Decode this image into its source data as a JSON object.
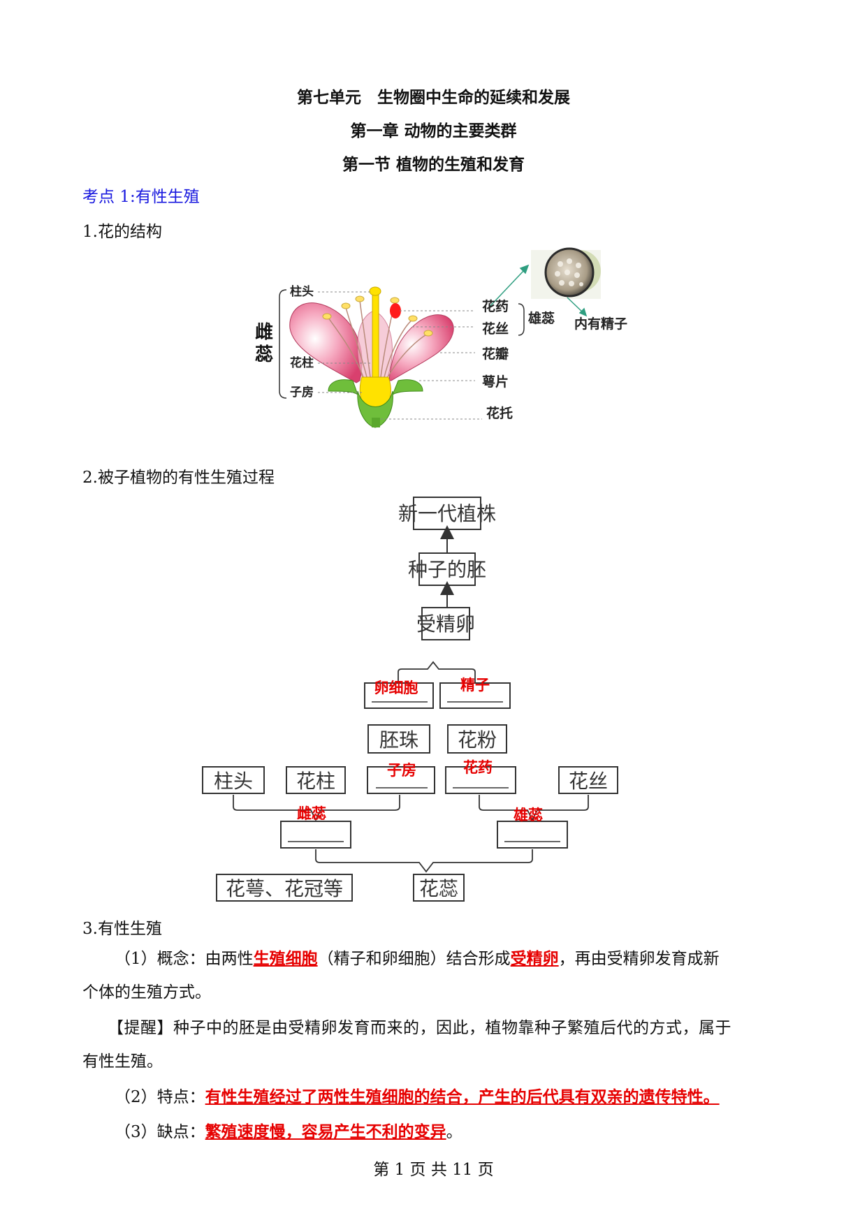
{
  "titles": {
    "unit": "第七单元　生物圈中生命的延续和发展",
    "chapter": "第一章  动物的主要类群",
    "section": "第一节  植物的生殖和发育"
  },
  "kaodian1": "考点 1:有性生殖",
  "sec1_heading": "1.花的结构",
  "flower_labels": {
    "zhutou": "柱头",
    "huazhu": "花柱",
    "zifang": "子房",
    "cirui": "雌蕊",
    "huayao": "花药",
    "huasi": "花丝",
    "huaban": "花瓣",
    "epian": "萼片",
    "huatuo": "花托",
    "xiongrui": "雄蕊",
    "neiyoujingzi": "内有精子"
  },
  "sec2_heading": "2.被子植物的有性生殖过程",
  "process_boxes": {
    "xinyidai": "新一代植株",
    "zhongzipei": "种子的胚",
    "shoujingluan": "受精卵",
    "peizhu": "胚珠",
    "huafen": "花粉",
    "zhutou": "柱头",
    "huazhu": "花柱",
    "huasi": "花丝",
    "huae": "花萼、花冠等",
    "huarui": "花蕊"
  },
  "process_answers": {
    "luanxibao": "卵细胞",
    "jingzi": "精子",
    "zifang": "子房",
    "huayao": "花药",
    "cirui": "雌蕊",
    "xiongrui": "雄蕊"
  },
  "sec3_heading": "3.有性生殖",
  "p1": {
    "prefix": "（1）概念：由两性",
    "ans1": "生殖细胞",
    "mid": "（精子和卵细胞）结合形成",
    "ans2": "受精卵",
    "suffix": "，再由受精卵发育成新",
    "line2": "个体的生殖方式。"
  },
  "tixing": {
    "line1": "【提醒】种子中的胚是由受精卵发育而来的，因此，植物靠种子繁殖后代的方式，属于",
    "line2": "有性生殖。"
  },
  "p2": {
    "prefix": "（2）特点：",
    "ans": "有性生殖经过了两性生殖细胞的结合，产生的后代具有双亲的遗传特性。"
  },
  "p3": {
    "prefix": "（3）缺点：",
    "ans": "繁殖速度慢，容易产生不利的变异",
    "suffix": "。"
  },
  "footer": "第  1  页  共  11  页",
  "colors": {
    "answer_red": "#e60000",
    "kaodian_blue": "#1a1adf"
  }
}
